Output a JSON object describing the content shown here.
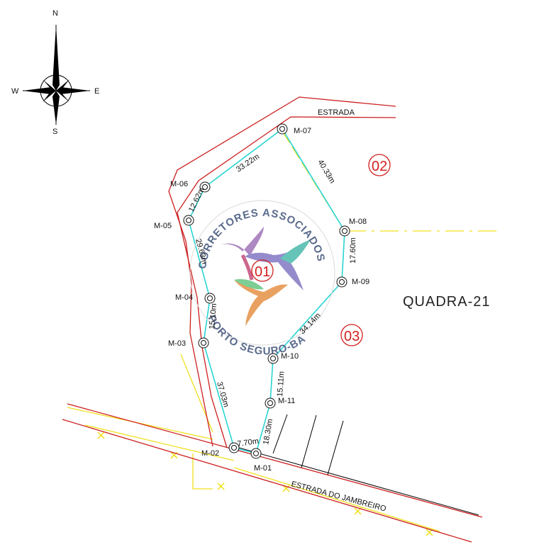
{
  "compass": {
    "n": "N",
    "s": "S",
    "e": "E",
    "w": "W"
  },
  "roads": {
    "top": "ESTRADA",
    "bottom": "ESTRADA DO JAMBREIRO"
  },
  "block_label": "QUADRA-21",
  "lots": [
    "01",
    "02",
    "03"
  ],
  "watermark": {
    "top": "CORRETORES ASSOCIADOS",
    "bottom": "PORTO SEGURO-BA"
  },
  "markers": [
    "M-01",
    "M-02",
    "M-03",
    "M-04",
    "M-05",
    "M-06",
    "M-07",
    "M-08",
    "M-09",
    "M-10",
    "M-11"
  ],
  "distances": [
    "7.70m",
    "37.03m",
    "15.10m",
    "29.63m",
    "12.62m",
    "33.22m",
    "40.33m",
    "17.60m",
    "34.14m",
    "15.11m",
    "18.30m"
  ],
  "colors": {
    "road": "#cc1f1f",
    "boundary": "#2ad4d4",
    "lot_label": "#d42020",
    "aux_line": "#f0e020"
  }
}
